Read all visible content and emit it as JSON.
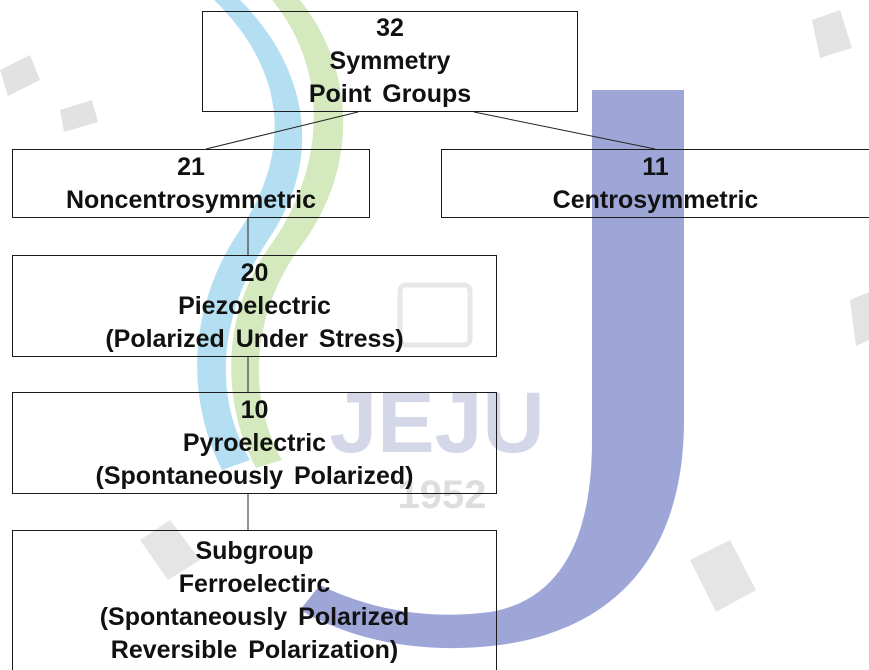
{
  "watermark": {
    "text": "JEJU",
    "year": "1952",
    "colors": {
      "blue": "#6c78c4",
      "green": "#a5cf73",
      "cyan": "#4fb4e0",
      "gray": "#c4c4c4"
    }
  },
  "nodes": {
    "root": [
      "32",
      "Symmetry",
      "Point Groups"
    ],
    "noncentrosymmetric": [
      "21",
      "Noncentrosymmetric"
    ],
    "centrosymmetric": [
      "11",
      "Centrosymmetric"
    ],
    "piezoelectric": [
      "20",
      "Piezoelectric",
      "(Polarized Under Stress)"
    ],
    "pyroelectric": [
      "10",
      "Pyroelectric",
      "(Spontaneously Polarized)"
    ],
    "ferroelectric": [
      "Subgroup",
      "Ferroelectirc",
      "(Spontaneously Polarized",
      "Reversible Polarization)"
    ]
  },
  "colors": {
    "border": "#1a1a1a",
    "text": "#111111",
    "line": "#222222"
  }
}
